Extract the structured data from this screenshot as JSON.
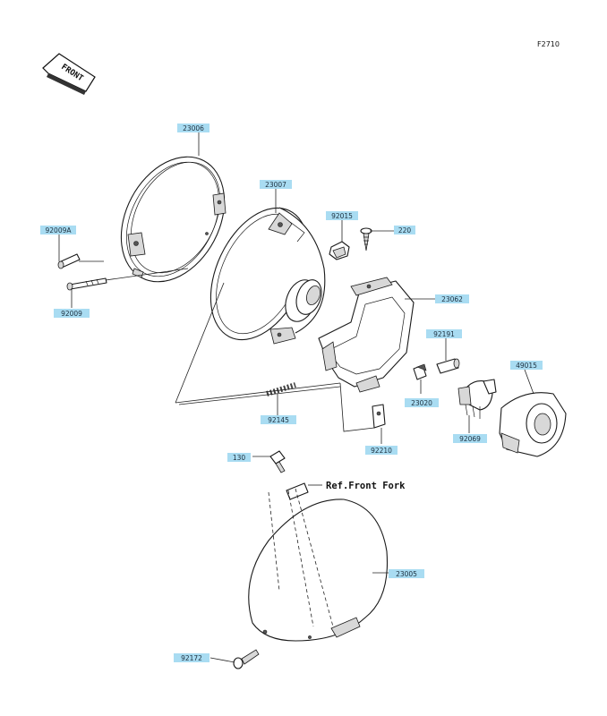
{
  "diagram": {
    "code": "F2710",
    "front_badge": "FRONT",
    "ref_note": "Ref.Front Fork",
    "parts": [
      {
        "id": "23006",
        "label": "23006"
      },
      {
        "id": "23007",
        "label": "23007"
      },
      {
        "id": "92009A",
        "label": "92009A"
      },
      {
        "id": "92009",
        "label": "92009"
      },
      {
        "id": "92015",
        "label": "92015"
      },
      {
        "id": "220",
        "label": "220"
      },
      {
        "id": "23062",
        "label": "23062"
      },
      {
        "id": "92191",
        "label": "92191"
      },
      {
        "id": "49015",
        "label": "49015"
      },
      {
        "id": "23020",
        "label": "23020"
      },
      {
        "id": "92145",
        "label": "92145"
      },
      {
        "id": "92069",
        "label": "92069"
      },
      {
        "id": "92210",
        "label": "92210"
      },
      {
        "id": "130",
        "label": "130"
      },
      {
        "id": "23005",
        "label": "23005"
      },
      {
        "id": "92172",
        "label": "92172"
      }
    ]
  }
}
